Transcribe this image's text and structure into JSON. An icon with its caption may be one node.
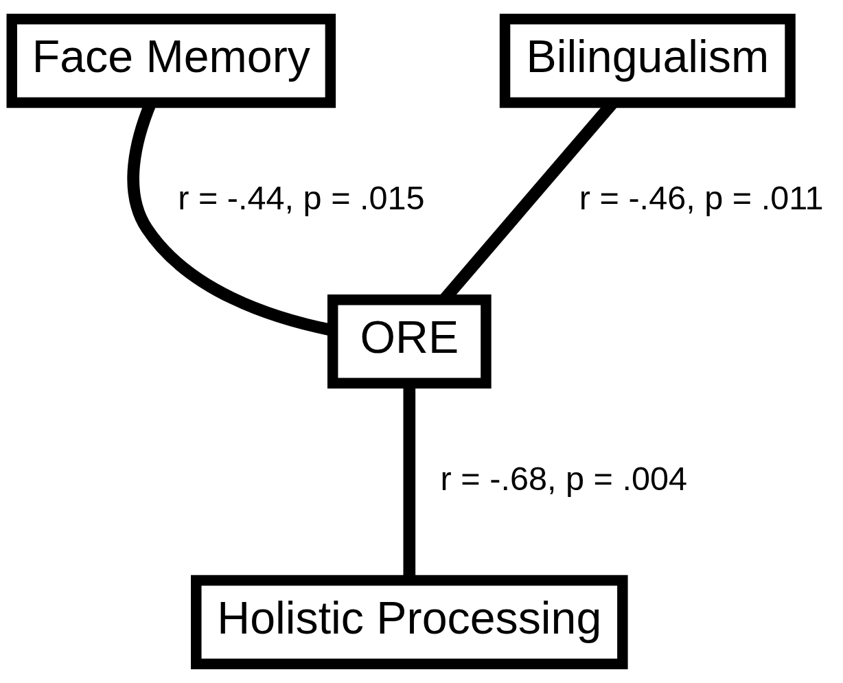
{
  "diagram": {
    "nodes": [
      {
        "text": [
          "Face Memory"
        ]
      },
      {
        "text": [
          "Bilingualism"
        ]
      },
      {
        "text": [
          "ORE"
        ]
      },
      {
        "text": [
          "Holistic Processing"
        ]
      }
    ],
    "edges": [
      {
        "from": 0,
        "to": 2,
        "arrow": "none",
        "label": "r = -.44, p = .015"
      },
      {
        "from": 1,
        "to": 2,
        "arrow": "none",
        "label": "r = -.46, p = .011"
      },
      {
        "from": 2,
        "to": 3,
        "arrow": "none",
        "label": "r = -.68, p = .004"
      }
    ]
  }
}
